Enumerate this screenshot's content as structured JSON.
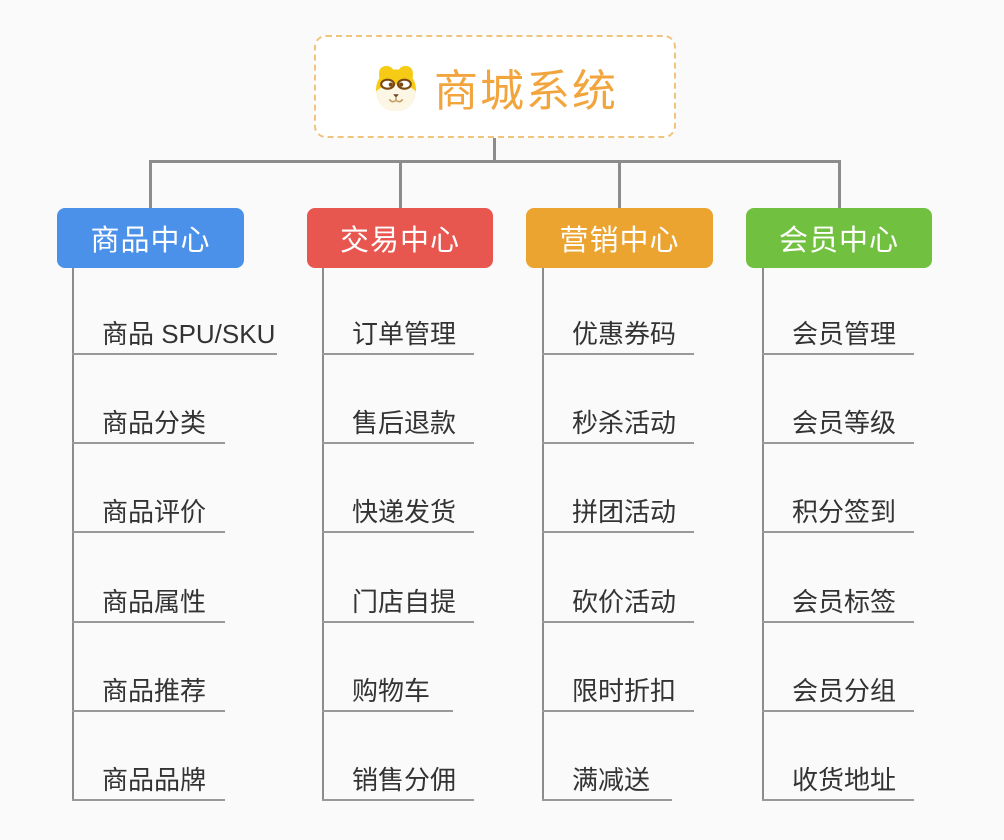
{
  "root": {
    "label": "商城系统",
    "icon": "doge-face-icon",
    "text_color": "#F2A53D",
    "border_color": "#F0C47C"
  },
  "branches": [
    {
      "label": "商品中心",
      "color": "#4B91EA",
      "children": [
        "商品 SPU/SKU",
        "商品分类",
        "商品评价",
        "商品属性",
        "商品推荐",
        "商品品牌"
      ]
    },
    {
      "label": "交易中心",
      "color": "#E7564F",
      "children": [
        "订单管理",
        "售后退款",
        "快递发货",
        "门店自提",
        "购物车",
        "销售分佣"
      ]
    },
    {
      "label": "营销中心",
      "color": "#EBA42F",
      "children": [
        "优惠券码",
        "秒杀活动",
        "拼团活动",
        "砍价活动",
        "限时折扣",
        "满减送"
      ]
    },
    {
      "label": "会员中心",
      "color": "#72C040",
      "children": [
        "会员管理",
        "会员等级",
        "积分签到",
        "会员标签",
        "会员分组",
        "收货地址"
      ]
    }
  ],
  "colors": {
    "background": "#FAFAFA",
    "connector": "#8C8C8C",
    "leaf_underline": "#999999",
    "leaf_text": "#333333"
  }
}
